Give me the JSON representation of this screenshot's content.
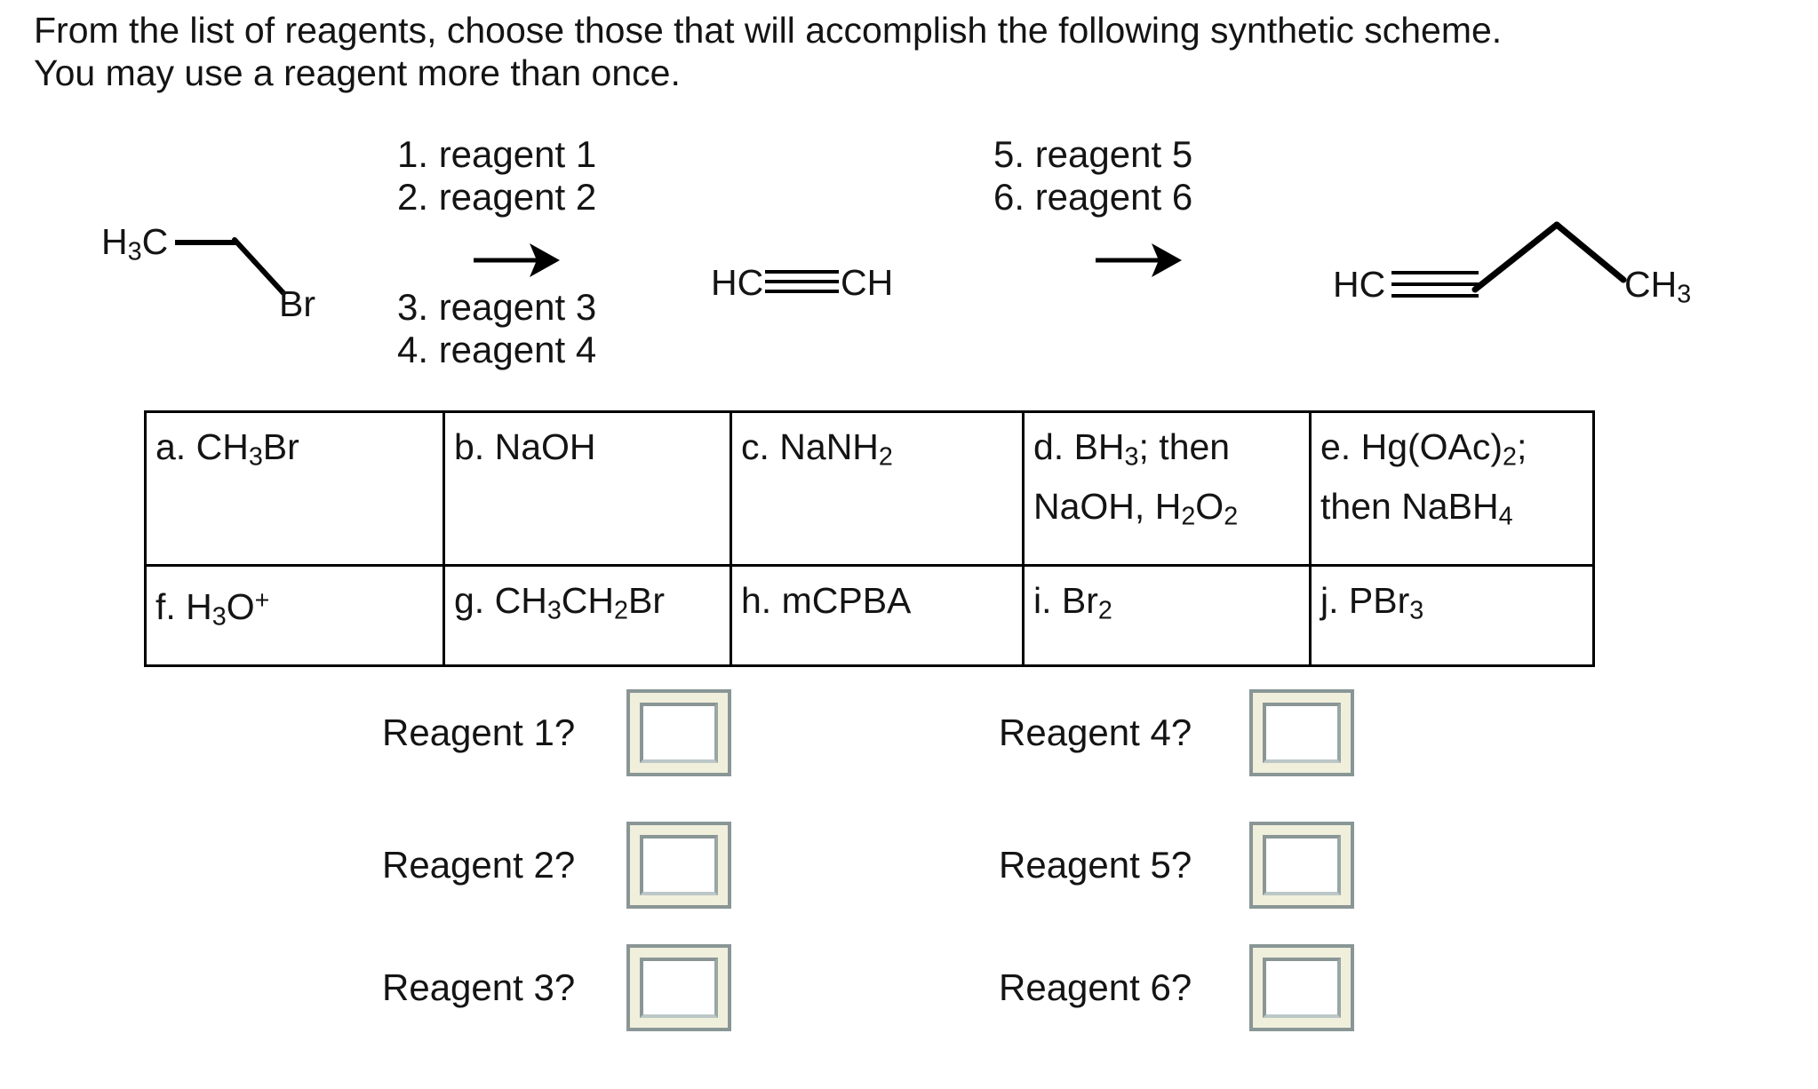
{
  "question": {
    "line1": "From the list of reagents, choose those that will accomplish the following synthetic scheme.",
    "line2": "You may use a reagent more than once."
  },
  "scheme": {
    "reactant": {
      "ch3_label": "H~3~C",
      "br_label": "Br"
    },
    "steps_above_arrow1": [
      "1. reagent 1",
      "2. reagent 2"
    ],
    "steps_below_arrow1": [
      "3. reagent 3",
      "4. reagent 4"
    ],
    "intermediate": {
      "left_label": "HC",
      "right_label": "CH"
    },
    "steps_above_arrow2": [
      "5. reagent 5",
      "6. reagent 6"
    ],
    "product": {
      "left_label": "HC",
      "right_label": "CH~3~"
    }
  },
  "reagent_table": {
    "rows": [
      [
        "a. CH~3~Br",
        "b. NaOH",
        "c. NaNH~2~",
        "d. BH~3~; then NaOH, H~2~O~2~",
        "e. Hg(OAc)~2~; then NaBH~4~"
      ],
      [
        "f. H~3~O^+^",
        "g. CH~3~CH~2~Br",
        "h. mCPBA",
        "i. Br~2~",
        "j. PBr~3~"
      ]
    ]
  },
  "answers": [
    {
      "label": "Reagent 1?",
      "value": ""
    },
    {
      "label": "Reagent 2?",
      "value": ""
    },
    {
      "label": "Reagent 3?",
      "value": ""
    },
    {
      "label": "Reagent 4?",
      "value": ""
    },
    {
      "label": "Reagent 5?",
      "value": ""
    },
    {
      "label": "Reagent 6?",
      "value": ""
    }
  ],
  "colors": {
    "background": "#ffffff",
    "text": "#141414",
    "table_border": "#000000",
    "bond": "#000000",
    "box_frame_gray": "#8a9696",
    "box_face_cream": "#f0efdc",
    "input_field": "#ffffff"
  }
}
